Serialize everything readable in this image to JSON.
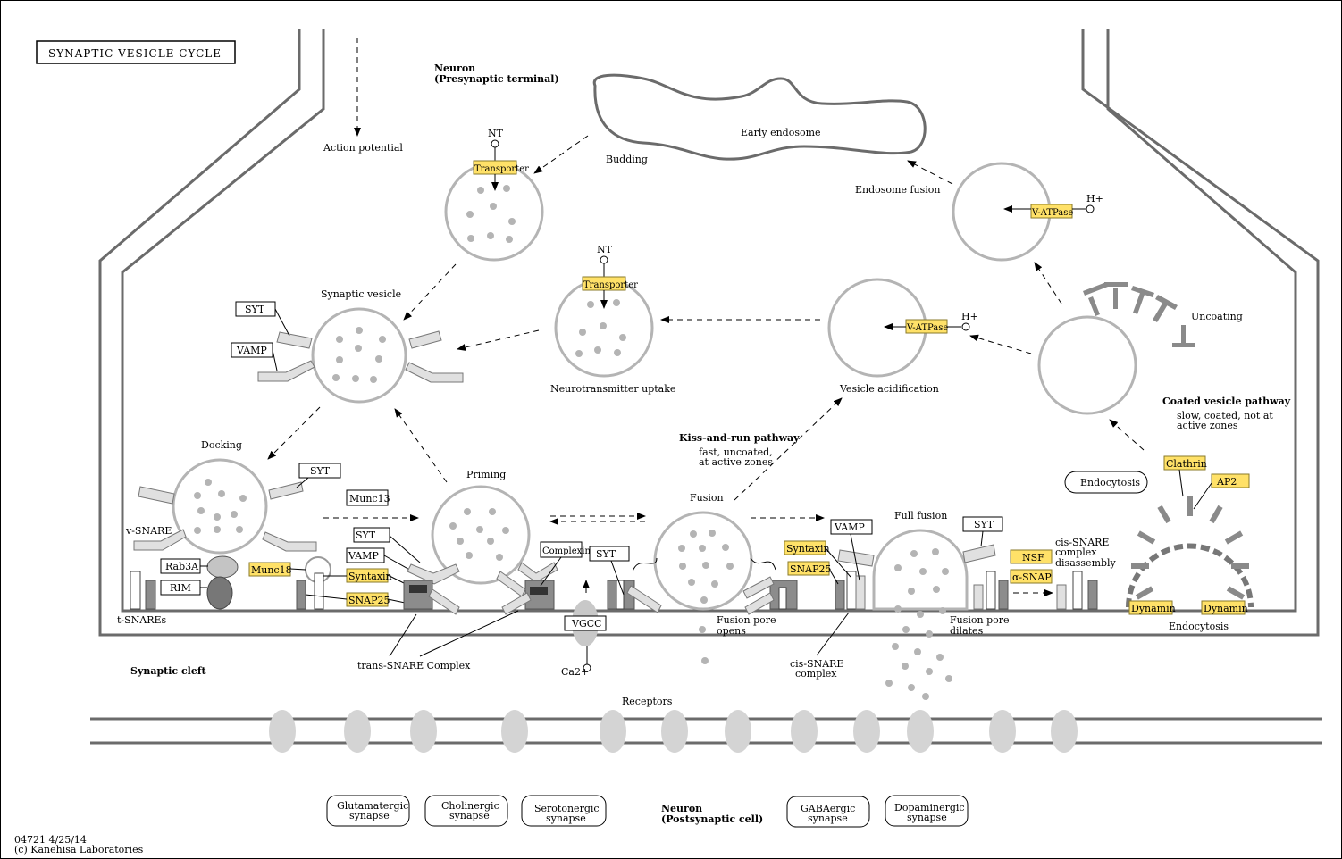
{
  "title": "SYNAPTIC VESICLE CYCLE",
  "footer": {
    "id_date": "04721 4/25/14",
    "copyright": "(c) Kanehisa Laboratories"
  },
  "regions": {
    "presynaptic_1": "Neuron",
    "presynaptic_2": "(Presynaptic terminal)",
    "postsynaptic_1": "Neuron",
    "postsynaptic_2": "(Postsynaptic cell)",
    "cleft": "Synaptic cleft"
  },
  "labels": {
    "action_potential": "Action potential",
    "budding": "Budding",
    "early_endosome": "Early endosome",
    "endosome_fusion": "Endosome fusion",
    "synaptic_vesicle": "Synaptic vesicle",
    "nt_uptake": "Neurotransmitter uptake",
    "vesicle_acidification": "Vesicle acidification",
    "uncoating": "Uncoating",
    "coated_pathway": "Coated vesicle pathway",
    "coated_desc_1": "slow, coated, not at",
    "coated_desc_2": "active zones",
    "docking": "Docking",
    "priming": "Priming",
    "kiss_run": "Kiss-and-run pathway",
    "kiss_desc_1": "fast, uncoated,",
    "kiss_desc_2": "at active zones",
    "fusion": "Fusion",
    "full_fusion": "Full fusion",
    "endocytosis_box": "Endocytosis",
    "endocytosis": "Endocytosis",
    "v_snare": "v-SNARE",
    "t_snares": "t-SNAREs",
    "trans_snare": "trans-SNARE Complex",
    "fusion_pore_opens_1": "Fusion pore",
    "fusion_pore_opens_2": "opens",
    "fusion_pore_dilates_1": "Fusion pore",
    "fusion_pore_dilates_2": "dilates",
    "cis_snare_1": "cis-SNARE",
    "cis_snare_2": "complex",
    "cis_dis_1": "cis-SNARE",
    "cis_dis_2": "complex",
    "cis_dis_3": "disassembly",
    "receptors": "Receptors",
    "nt_1": "NT",
    "nt_2": "NT",
    "h_plus_1": "H+",
    "h_plus_2": "H+",
    "ca": "Ca2+"
  },
  "genes": {
    "transporter_1": "Transporter",
    "transporter_2": "Transporter",
    "vatpase_1": "V-ATPase",
    "vatpase_2": "V-ATPase",
    "munc18": "Munc18",
    "syntaxin_1": "Syntaxin",
    "snap25_1": "SNAP25",
    "syntaxin_2": "Syntaxin",
    "snap25_2": "SNAP25",
    "nsf": "NSF",
    "alpha_snap": "α-SNAP",
    "clathrin": "Clathrin",
    "ap2": "AP2",
    "dynamin_1": "Dynamin",
    "dynamin_2": "Dynamin"
  },
  "boxes": {
    "syt_1": "SYT",
    "vamp_1": "VAMP",
    "syt_2": "SYT",
    "munc13": "Munc13",
    "syt_3": "SYT",
    "vamp_2": "VAMP",
    "rab3a": "Rab3A",
    "rim": "RIM",
    "complexin": "Complexin",
    "syt_4": "SYT",
    "vamp_3": "VAMP",
    "syt_5": "SYT",
    "vgcc": "VGCC"
  },
  "synapses": {
    "glutamatergic_1": "Glutamatergic",
    "glutamatergic_2": "synapse",
    "cholinergic_1": "Cholinergic",
    "cholinergic_2": "synapse",
    "serotonergic_1": "Serotonergic",
    "serotonergic_2": "synapse",
    "gabaergic_1": "GABAergic",
    "gabaergic_2": "synapse",
    "dopaminergic_1": "Dopaminergic",
    "dopaminergic_2": "synapse"
  },
  "colors": {
    "gene_fill": "#ffe168",
    "membrane": "#6b6b6b",
    "vesicle": "#b4b4b4"
  }
}
